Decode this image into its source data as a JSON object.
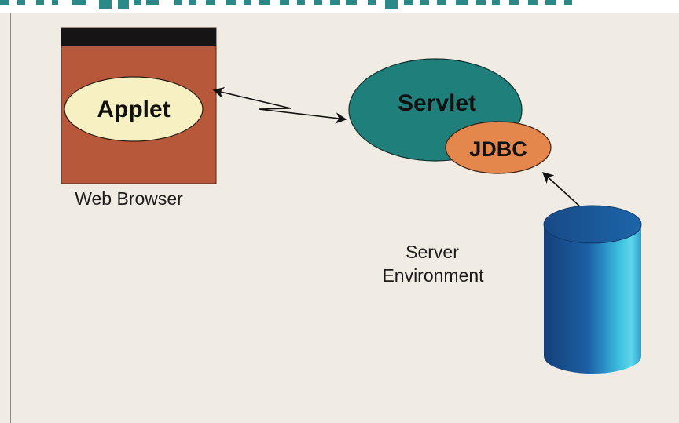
{
  "diagram": {
    "browser": {
      "applet_label": "Applet",
      "caption": "Web Browser"
    },
    "server": {
      "servlet_label": "Servlet",
      "jdbc_label": "JDBC",
      "caption_line1": "Server",
      "caption_line2": "Environment"
    },
    "colors": {
      "background": "#f1ece3",
      "browser_body": "#b8583b",
      "browser_titlebar": "#161414",
      "applet_fill": "#f6f0c2",
      "servlet_fill": "#1f7f7a",
      "jdbc_fill": "#e3874c",
      "database_fill": "#1b5fa3",
      "heading_teal": "#2b8a88"
    },
    "icons": {
      "database": "database-cylinder-icon",
      "connection_arrows": "double-headed-arrow-icon"
    }
  }
}
